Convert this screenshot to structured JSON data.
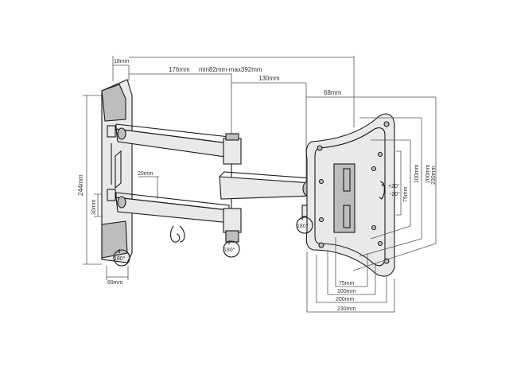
{
  "dimensions": {
    "top_offset": "18mm",
    "total_extension": "min82mm-max392mm",
    "arm_1": "176mm",
    "arm_2": "130mm",
    "plate_offset": "68mm",
    "wall_height": "244mm",
    "wall_bolt_spacing": "30mm",
    "arm_thickness": "20mm",
    "wall_plate_width": "69mm"
  },
  "rotation": {
    "wall": "180°",
    "middle": "180°",
    "plate": "180°"
  },
  "tilt": {
    "up": "+20°",
    "down": "-20°"
  },
  "vesa_horizontal": [
    "75mm",
    "100mm",
    "200mm",
    "230mm"
  ],
  "vesa_vertical": [
    "75mm",
    "100mm",
    "200mm",
    "230mm"
  ]
}
